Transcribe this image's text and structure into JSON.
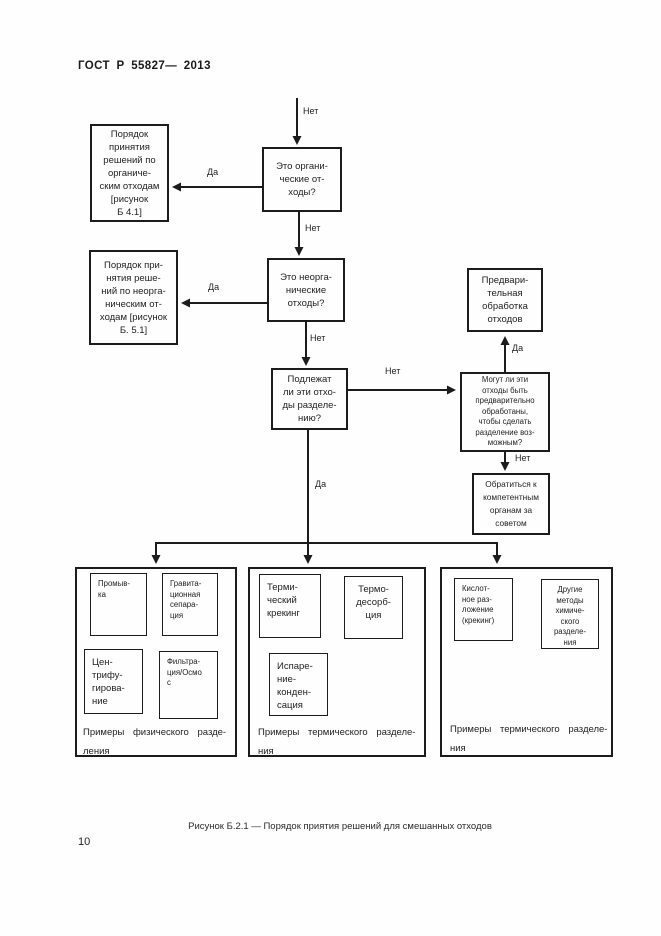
{
  "page": {
    "header": "ГОСТ Р 55827— 2013",
    "page_number": "10",
    "figure_caption": "Рисунок Б.2.1 — Порядок приятия решений для смешанных отходов"
  },
  "labels": {
    "yes": "Да",
    "no": "Нет"
  },
  "nodes": {
    "organic_rule": "Порядок\nпринятия\nрешений по\nорганиче-\nским отходам\n[рисунок\nБ 4.1]",
    "q_organic": "Это органи-\nческие от-\nходы?",
    "inorganic_rule": "Порядок при-\nнятия реше-\nний по неорга-\nническим от-\nходам [рисунок\nБ. 5.1]",
    "q_inorganic": "Это неорга-\nнические\nотходы?",
    "q_separable": "Подлежат\nли эти отхо-\nды разделе-\nнию?",
    "q_pretreatable": "Могут ли эти\nотходы быть\nпредварительно\nобработаны,\nчтобы сделать\nразделение воз-\nможным?",
    "pretreatment": "Предвари-\nтельная\nобработка\nотходов",
    "consult": "Обратиться к\nкомпетентным\nорганам за\nсоветом"
  },
  "groups": [
    {
      "caption": "Примеры физического разде-\nления",
      "methods": [
        "Промыв-\nка",
        "Гравита-\nционная\nсепара-\nция",
        "Цен-\nтрифу-\nгирова-\nние",
        "Фильтра-\nция/Осмо\nс"
      ]
    },
    {
      "caption": "Примеры термического разделе-\nния",
      "methods": [
        "Терми-\nческий\nкрекинг",
        "Термо-\nдесорб-\nция",
        "Испаре-\nние-\nконден-\nсация"
      ]
    },
    {
      "caption": "Примеры термического разделе-\nния",
      "methods": [
        "Кислот-\nное раз-\nложение\n(крекинг)",
        "Другие\nметоды\nхимиче-\nского\nразделе-\nния"
      ]
    }
  ]
}
